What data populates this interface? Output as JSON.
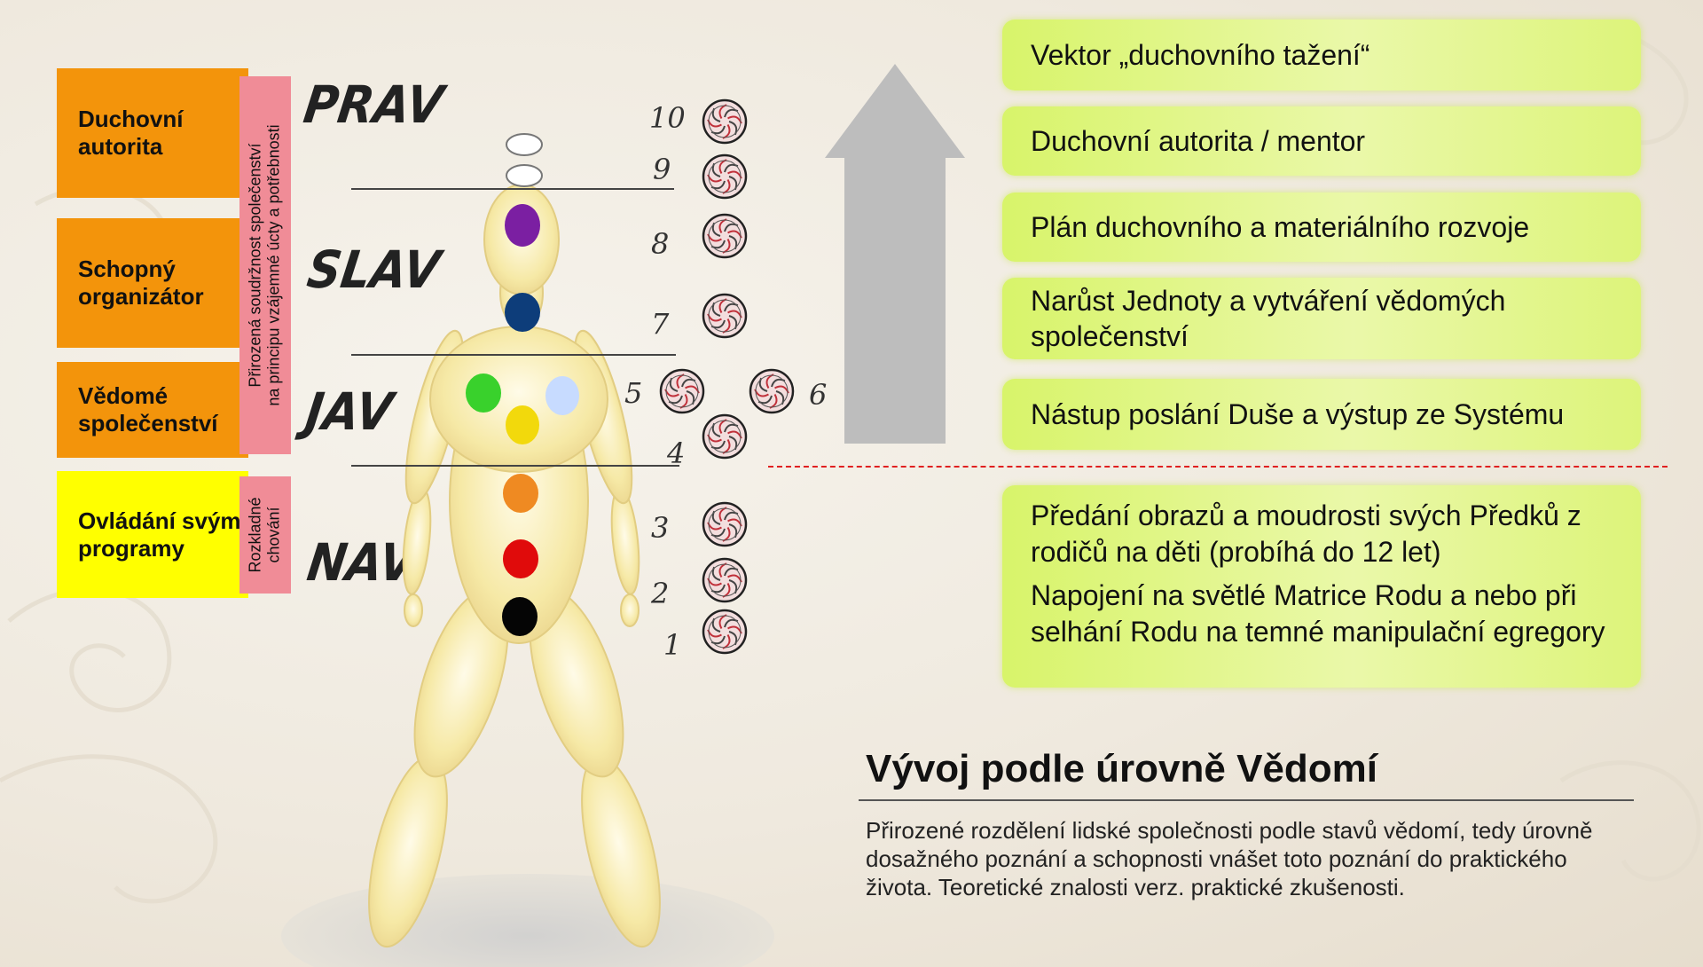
{
  "left_boxes": [
    {
      "label": "Duchovní autorita",
      "color": "#f3940b"
    },
    {
      "label": "Schopný organizátor",
      "color": "#f3940b"
    },
    {
      "label": "Vědomé společenství",
      "color": "#f3940b"
    },
    {
      "label": "Ovládání svými programy",
      "color": "#ffff00"
    }
  ],
  "side_labels": {
    "upper": "Přirozená soudržnost společenství\nna principu vzájemné úcty a potřebnosti",
    "lower": "Rozkladné\nchování"
  },
  "levels": [
    "PRAV",
    "SLAV",
    "JAV",
    "NAV"
  ],
  "numbers": [
    "10",
    "9",
    "8",
    "7",
    "5",
    "6",
    "4",
    "3",
    "2",
    "1"
  ],
  "chakra_colors": [
    "#7b1fa2",
    "#0d3d7a",
    "#39d12c",
    "#c7dbff",
    "#f2d90c",
    "#ef8a22",
    "#e00b0b",
    "#050505"
  ],
  "arrow_color": "#bdbdbd",
  "green_boxes": [
    "Vektor „duchovního tažení“",
    "Duchovní autorita / mentor",
    "Plán duchovního a materiálního rozvoje",
    "Narůst Jednoty a vytváření vědomých společenství",
    "Nástup poslání Duše a výstup ze Systému"
  ],
  "green_box_bottom": {
    "p1": "Předání obrazů a moudrosti svých Předků z rodičů na děti (probíhá do 12 let)",
    "p2": "Napojení na světlé Matrice Rodu a nebo při selhání Rodu na temné manipulační egregory"
  },
  "divider_color": "#e02020",
  "title": "Vývoj podle úrovně Vědomí",
  "description": "Přirozené rozdělení lidské společnosti podle stavů vědomí, tedy úrovně dosažného poznání a schopnosti vnášet toto poznání do praktického života. Teoretické znalosti verz. praktické zkušenosti."
}
